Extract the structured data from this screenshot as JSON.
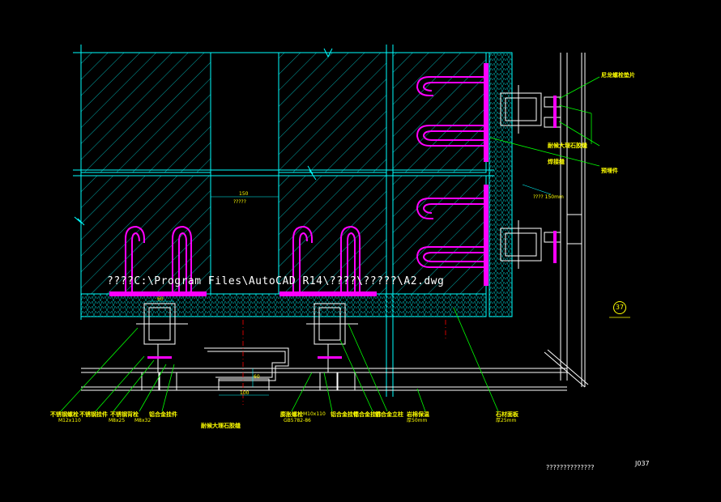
{
  "drawing": {
    "path_text": "????C:\\Program Files\\AutoCAD R14\\????\\?????\\A2.dwg",
    "footer_title": "??????????????",
    "footer_code": "J037",
    "detail_number": "37",
    "top_dim": "150",
    "top_dim_note": "?????",
    "weld_note": "???? 150mm",
    "bottom_dim_1": "60",
    "bottom_dim_2": "100",
    "bottom_dim_3": "60"
  },
  "labels": {
    "r1": "尼龙螺栓垫片",
    "r2": "耐候大理石胶缝",
    "r3": "焊接缝",
    "r4": "预埋件",
    "b1": "不锈钢螺栓",
    "b1_sub": "M12x110",
    "b2": "不锈钢挂件",
    "b2_sub": "M8x25",
    "b3": "不锈钢背栓",
    "b3_sub": "M8x32",
    "b4": "铝合金挂件",
    "b5": "耐候大理石胶缝",
    "b6": "膨胀螺栓",
    "b6_sub": "M10x110",
    "b6_sub2": "GB5782-86",
    "b7": "铝合金挂件",
    "b8": "铝合金挂件",
    "b9": "铝合金立柱",
    "b10": "岩棉保温",
    "b10_sub": "厚50mm",
    "b11": "石材面板",
    "b11_sub": "厚25mm"
  },
  "colors": {
    "concrete_line": "#00ffff",
    "hatch": "#00e0e0",
    "bracket": "#ff00ff",
    "steel": "#ffffff",
    "leader": "#00ff00",
    "text": "#ffff00",
    "insulation": "#00c8c8",
    "axis": "#ff0000"
  }
}
